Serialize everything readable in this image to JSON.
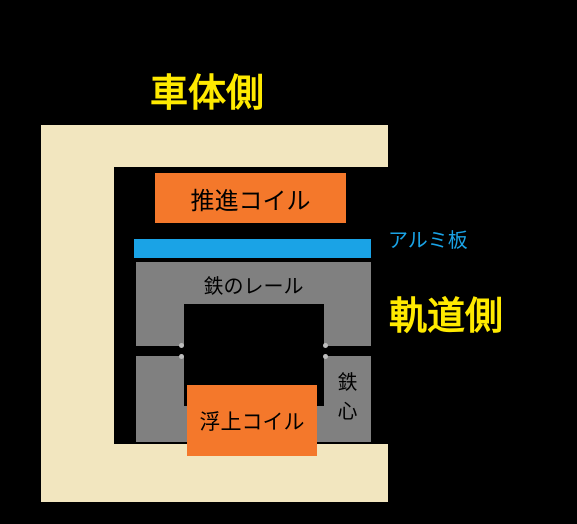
{
  "labels": {
    "car_side": "車体側",
    "track_side": "軌道側",
    "propulsion_coil": "推進コイル",
    "aluminum_plate": "アルミ板",
    "iron_rail": "鉄のレール",
    "iron_core": "鉄心",
    "levitation_coil": "浮上コイル"
  },
  "colors": {
    "background": "#000000",
    "car_body": "#f2e6bf",
    "coil": "#f4782b",
    "iron": "#808080",
    "aluminum": "#1aa3e6",
    "side_title": "#ffea00"
  }
}
